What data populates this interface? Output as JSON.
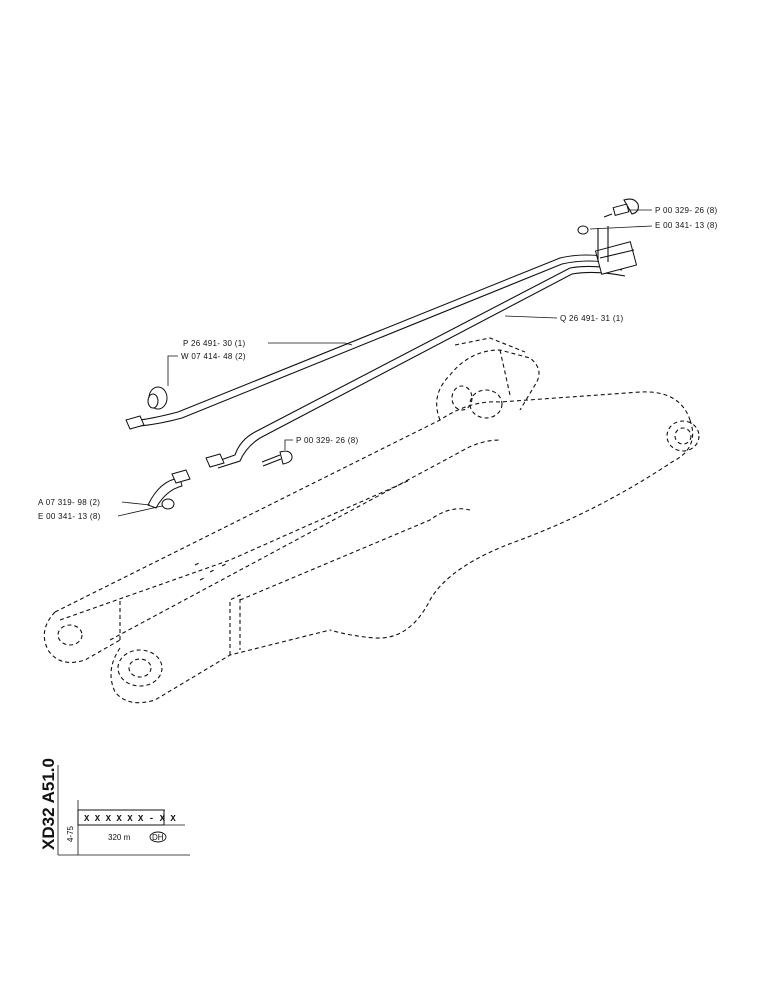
{
  "labels": {
    "p_top": "P 00 329- 26 (8)",
    "e_top": "E 00 341- 13 (8)",
    "q_tube": "Q 26 491- 31 (1)",
    "p_tube": "P 26 491- 30 (1)",
    "w_fit": "W 07 414- 48 (2)",
    "p_mid": "P 00 329- 26 (8)",
    "a_hose": "A 07 319- 98 (2)",
    "e_low": "E 00 341- 13 (8)"
  },
  "title_block": {
    "drawing_no": "XD32 A51.0",
    "date": "4-75",
    "code": "X X X  X X X - X X",
    "model": "320 m",
    "variant": "DH"
  }
}
